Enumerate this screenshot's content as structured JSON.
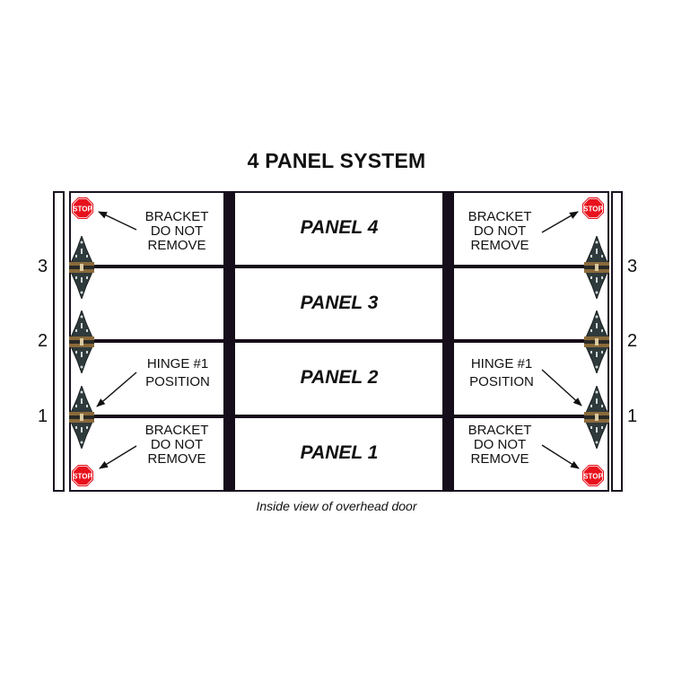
{
  "title": "4 PANEL SYSTEM",
  "caption": "Inside view of overhead door",
  "panels": [
    {
      "label": "PANEL 4"
    },
    {
      "label": "PANEL 3"
    },
    {
      "label": "PANEL 2"
    },
    {
      "label": "PANEL 1"
    }
  ],
  "hinge_numbers": {
    "left": [
      "3",
      "2",
      "1"
    ],
    "right": [
      "3",
      "2",
      "1"
    ]
  },
  "notes": {
    "top_left": [
      "BRACKET",
      "DO NOT",
      "REMOVE"
    ],
    "top_right": [
      "BRACKET",
      "DO NOT",
      "REMOVE"
    ],
    "hinge_left": [
      "HINGE #1",
      "POSITION"
    ],
    "hinge_right": [
      "HINGE #1",
      "POSITION"
    ],
    "bottom_left": [
      "BRACKET",
      "DO NOT",
      "REMOVE"
    ],
    "bottom_right": [
      "BRACKET",
      "DO NOT",
      "REMOVE"
    ]
  },
  "stop_sign": {
    "text": "STOP",
    "color": "#e8121d"
  },
  "colors": {
    "frame": "#160d1a",
    "hinge_body": "#2f3a3c",
    "hinge_band": "#8a6a3a"
  }
}
